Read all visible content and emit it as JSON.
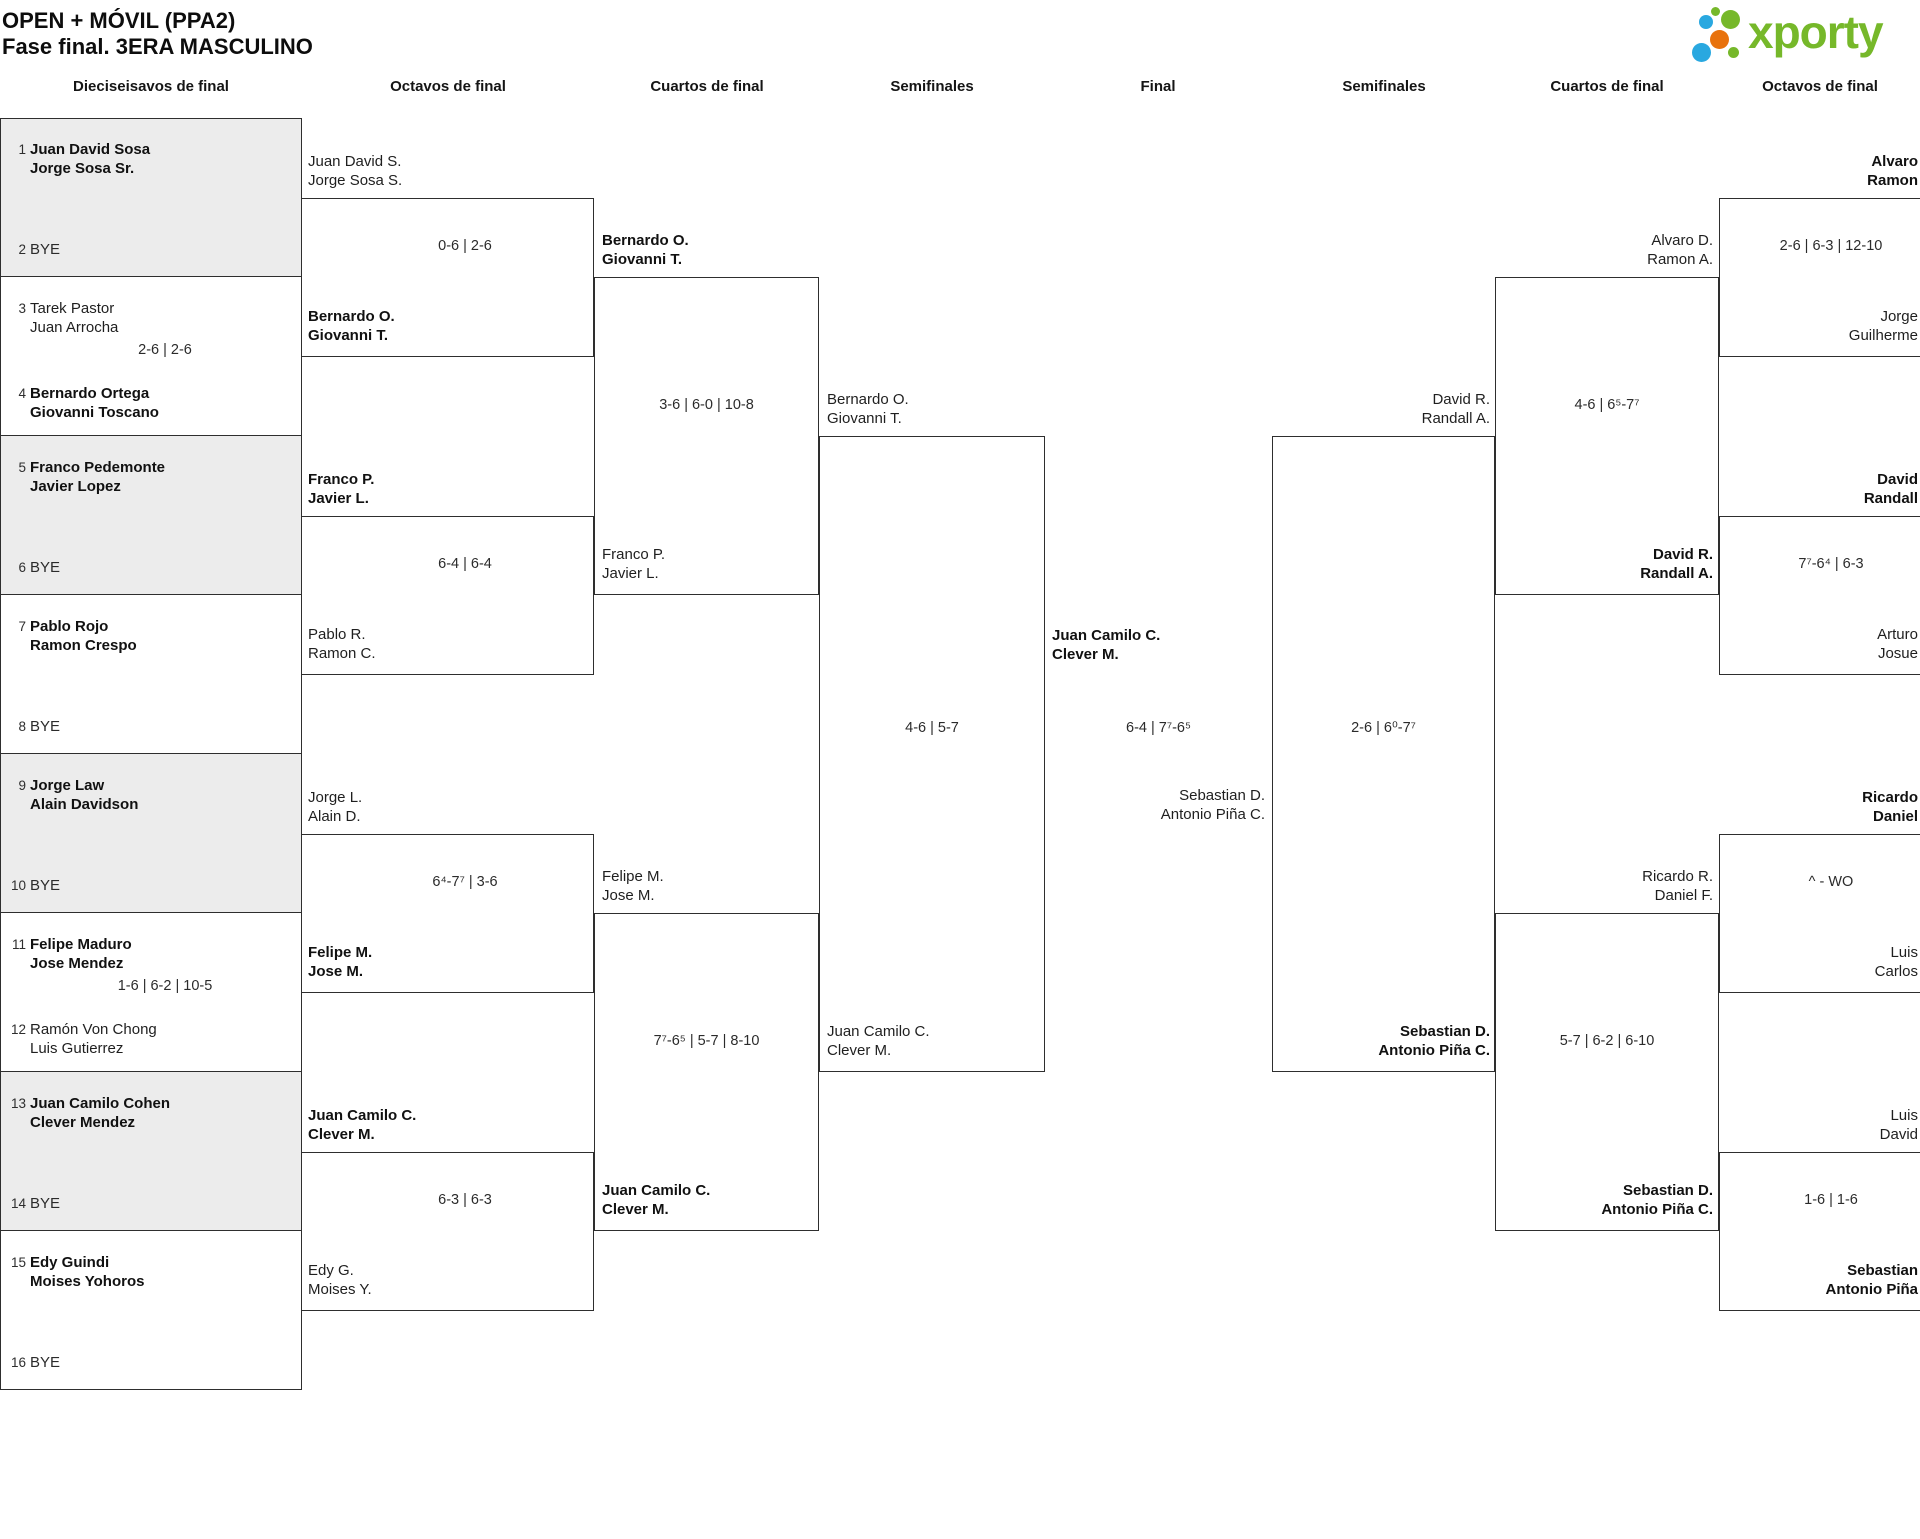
{
  "page": {
    "title_line1": "OPEN + MÓVIL (PPA2)",
    "title_line2": "Fase final. 3ERA MASCULINO"
  },
  "logo": {
    "text": "xporty",
    "icon": "dots-cluster-icon",
    "colors": {
      "green": "#76b82a",
      "blue": "#29a8e0",
      "orange": "#e8720c"
    }
  },
  "round_headers": [
    "Dieciseisavos de final",
    "Octavos de final",
    "Cuartos de final",
    "Semifinales",
    "Final",
    "Semifinales",
    "Cuartos de final",
    "Octavos de final"
  ],
  "colors": {
    "shaded_box": "#ececec",
    "border": "#2e2e2e",
    "accent_green": "#76b82a"
  },
  "bracket": {
    "round1": [
      {
        "shaded": true,
        "score": "",
        "top": {
          "seed": "1",
          "lines": [
            "Juan David Sosa",
            "Jorge Sosa Sr."
          ],
          "winner": true
        },
        "bottom": {
          "seed": "2",
          "lines": [
            "BYE"
          ],
          "winner": false
        }
      },
      {
        "shaded": false,
        "score": "2-6 | 2-6",
        "top": {
          "seed": "3",
          "lines": [
            "Tarek Pastor",
            "Juan Arrocha"
          ],
          "winner": false
        },
        "bottom": {
          "seed": "4",
          "lines": [
            "Bernardo Ortega",
            "Giovanni Toscano"
          ],
          "winner": true
        }
      },
      {
        "shaded": true,
        "score": "",
        "top": {
          "seed": "5",
          "lines": [
            "Franco Pedemonte",
            "Javier Lopez"
          ],
          "winner": true
        },
        "bottom": {
          "seed": "6",
          "lines": [
            "BYE"
          ],
          "winner": false
        }
      },
      {
        "shaded": false,
        "score": "",
        "top": {
          "seed": "7",
          "lines": [
            "Pablo Rojo",
            "Ramon Crespo"
          ],
          "winner": true
        },
        "bottom": {
          "seed": "8",
          "lines": [
            "BYE"
          ],
          "winner": false
        }
      },
      {
        "shaded": true,
        "score": "",
        "top": {
          "seed": "9",
          "lines": [
            "Jorge Law",
            "Alain Davidson"
          ],
          "winner": true
        },
        "bottom": {
          "seed": "10",
          "lines": [
            "BYE"
          ],
          "winner": false
        }
      },
      {
        "shaded": false,
        "score": "1-6 | 6-2 | 10-5",
        "top": {
          "seed": "11",
          "lines": [
            "Felipe Maduro",
            "Jose Mendez"
          ],
          "winner": true
        },
        "bottom": {
          "seed": "12",
          "lines": [
            "Ramón Von Chong",
            "Luis Gutierrez"
          ],
          "winner": false
        }
      },
      {
        "shaded": true,
        "score": "",
        "top": {
          "seed": "13",
          "lines": [
            "Juan Camilo Cohen",
            "Clever Mendez"
          ],
          "winner": true
        },
        "bottom": {
          "seed": "14",
          "lines": [
            "BYE"
          ],
          "winner": false
        }
      },
      {
        "shaded": false,
        "score": "",
        "top": {
          "seed": "15",
          "lines": [
            "Edy Guindi",
            "Moises Yohoros"
          ],
          "winner": true
        },
        "bottom": {
          "seed": "16",
          "lines": [
            "BYE"
          ],
          "winner": false
        }
      }
    ],
    "octavos_left": [
      {
        "score": "0-6 | 2-6",
        "top": {
          "lines": [
            "Juan David S.",
            "Jorge Sosa S."
          ],
          "winner": false
        },
        "bottom": {
          "lines": [
            "Bernardo O.",
            "Giovanni T."
          ],
          "winner": true
        }
      },
      {
        "score": "6-4 | 6-4",
        "top": {
          "lines": [
            "Franco P.",
            "Javier L."
          ],
          "winner": true
        },
        "bottom": {
          "lines": [
            "Pablo R.",
            "Ramon C."
          ],
          "winner": false
        }
      },
      {
        "score": "6⁴-7⁷ | 3-6",
        "top": {
          "lines": [
            "Jorge L.",
            "Alain D."
          ],
          "winner": false
        },
        "bottom": {
          "lines": [
            "Felipe M.",
            "Jose M."
          ],
          "winner": true
        }
      },
      {
        "score": "6-3 | 6-3",
        "top": {
          "lines": [
            "Juan Camilo C.",
            "Clever M."
          ],
          "winner": true
        },
        "bottom": {
          "lines": [
            "Edy G.",
            "Moises Y."
          ],
          "winner": false
        }
      }
    ],
    "cuartos_left": [
      {
        "score": "3-6 | 6-0 | 10-8",
        "top": {
          "lines": [
            "Bernardo O.",
            "Giovanni T."
          ],
          "winner": true
        },
        "bottom": {
          "lines": [
            "Franco P.",
            "Javier L."
          ],
          "winner": false
        }
      },
      {
        "score": "7⁷-6⁵ | 5-7 | 8-10",
        "top": {
          "lines": [
            "Felipe M.",
            "Jose M."
          ],
          "winner": false
        },
        "bottom": {
          "lines": [
            "Juan Camilo C.",
            "Clever M."
          ],
          "winner": true
        }
      }
    ],
    "semifinal_left": {
      "score": "4-6 | 5-7",
      "top": {
        "lines": [
          "Bernardo O.",
          "Giovanni T."
        ],
        "winner": false
      },
      "bottom": {
        "lines": [
          "Juan Camilo C.",
          "Clever M."
        ],
        "winner": false
      }
    },
    "final": {
      "score": "6-4 | 7⁷-6⁵",
      "left": {
        "lines": [
          "Juan Camilo C.",
          "Clever M."
        ],
        "winner": true
      },
      "right": {
        "lines": [
          "Sebastian D.",
          "Antonio Piña C."
        ],
        "winner": false
      }
    },
    "semifinal_right": {
      "score": "2-6 | 6⁰-7⁷",
      "top": {
        "lines": [
          "David R.",
          "Randall A."
        ],
        "winner": false
      },
      "bottom": {
        "lines": [
          "Sebastian D.",
          "Antonio Piña C."
        ],
        "winner": true
      }
    },
    "cuartos_right": [
      {
        "score": "4-6 | 6⁵-7⁷",
        "top": {
          "lines": [
            "Alvaro D.",
            "Ramon A."
          ],
          "winner": false
        },
        "bottom": {
          "lines": [
            "David R.",
            "Randall A."
          ],
          "winner": true
        }
      },
      {
        "score": "5-7 | 6-2 | 6-10",
        "top": {
          "lines": [
            "Ricardo R.",
            "Daniel F."
          ],
          "winner": false
        },
        "bottom": {
          "lines": [
            "Sebastian D.",
            "Antonio Piña C."
          ],
          "winner": true
        }
      }
    ],
    "octavos_right": [
      {
        "score": "2-6 | 6-3 | 12-10",
        "top": {
          "lines": [
            "Alvaro",
            "Ramon"
          ],
          "winner": true
        },
        "bottom": {
          "lines": [
            "Jorge",
            "Guilherme"
          ],
          "winner": false
        }
      },
      {
        "score": "7⁷-6⁴ | 6-3",
        "top": {
          "lines": [
            "David",
            "Randall"
          ],
          "winner": true
        },
        "bottom": {
          "lines": [
            "Arturo",
            "Josue"
          ],
          "winner": false
        }
      },
      {
        "score": "^ - WO",
        "top": {
          "lines": [
            "Ricardo",
            "Daniel"
          ],
          "winner": true
        },
        "bottom": {
          "lines": [
            "Luis",
            "Carlos"
          ],
          "winner": false
        }
      },
      {
        "score": "1-6 | 1-6",
        "top": {
          "lines": [
            "Luis",
            "David"
          ],
          "winner": false
        },
        "bottom": {
          "lines": [
            "Sebastian",
            "Antonio Piña"
          ],
          "winner": true
        }
      }
    ]
  }
}
